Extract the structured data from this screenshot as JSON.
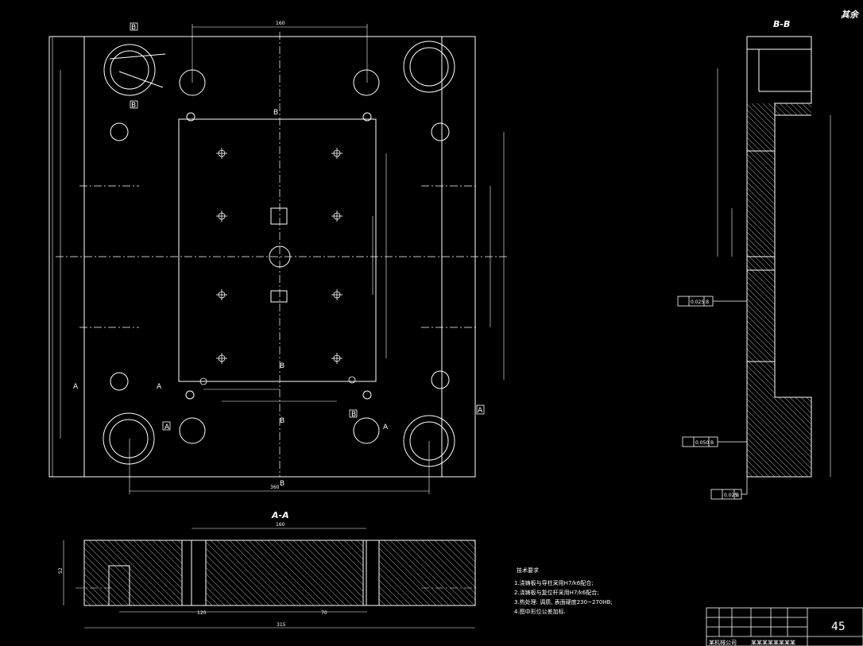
{
  "drawing": {
    "corner_label": "其余",
    "section_bb": "B-B",
    "section_aa": "A-A",
    "markers": {
      "a": "A",
      "b": "B"
    },
    "tolerances": {
      "parallel_1": "0.025",
      "parallel_2": "0.050",
      "perp": "0.025",
      "datum": "B"
    },
    "notes": {
      "title": "技术要求",
      "lines": [
        "1.浇铸板与导柱采用H7/k6配合;",
        "2.浇铸板与复位杆采用H7/k6配合;",
        "3.热处理: 调质, 表面硬度230~270HB;",
        "4.图中形位公差加标."
      ]
    },
    "title_block": {
      "code": "45",
      "school": "某机械公司",
      "row2": "某某某某某某某某"
    },
    "dims": {
      "top_w": "160",
      "bottom_w": "360",
      "aa_top": "160",
      "aa_bottom": "315",
      "aa_left": "120",
      "aa_right": "70",
      "aa_h": "52"
    }
  }
}
